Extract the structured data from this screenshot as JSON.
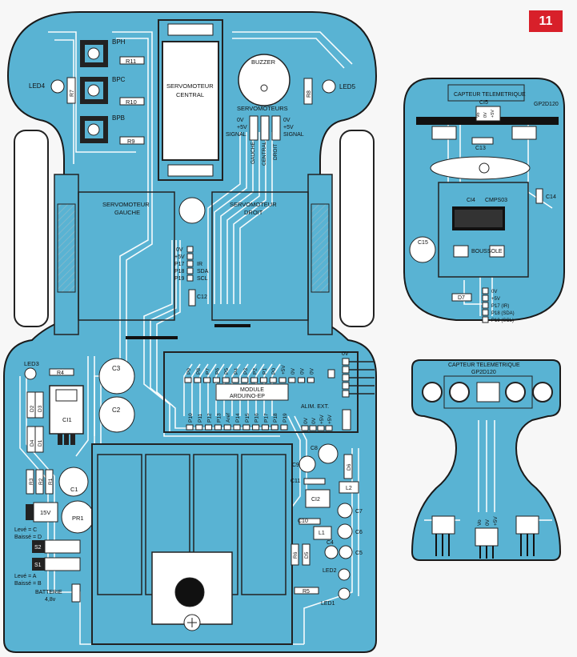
{
  "figure_number": "11",
  "main_board": {
    "top_components": {
      "bph": "BPH",
      "bpc": "BPC",
      "bpb": "BPB",
      "r11": "R11",
      "r10": "R10",
      "r9": "R9",
      "r7": "R7",
      "r8": "R8",
      "led4": "LED4",
      "led5": "LED5",
      "buzzer": "BUZZER",
      "servo_central": [
        "SERVOMOTEUR",
        "CENTRAL"
      ],
      "servos_title": "SERVOMOTEURS",
      "servo_pins_left": [
        "0V",
        "+5V",
        "SIGNAL"
      ],
      "servo_pins_right": [
        "0V",
        "+5V",
        "SIGNAL"
      ],
      "servo_vertical": [
        "GAUCHE",
        "CENTRAL",
        "DROIT"
      ]
    },
    "middle": {
      "servo_gauche": [
        "SERVOMOTEUR",
        "GAUCHE"
      ],
      "servo_droit": [
        "SERVOMOTEUR",
        "DROIT"
      ],
      "connector_pins": [
        "0V",
        "+5V",
        "P17",
        "P18",
        "P19"
      ],
      "connector_funcs": [
        "IR",
        "SDA",
        "SCL"
      ],
      "c12": "C12"
    },
    "bottom": {
      "led3": "LED3",
      "r4": "R4",
      "c3": "C3",
      "c2": "C2",
      "ci1": "CI1",
      "d1": "D1",
      "d2": "D2",
      "d3": "D3",
      "d4": "D4",
      "r1": "R1",
      "r2": "R2",
      "r3": "R3",
      "c1": "C1",
      "pr1": "PR1",
      "v15": "15V",
      "s1": "S1",
      "s2": "S2",
      "s2_note": [
        "Levé = C",
        "Baissé = D"
      ],
      "s1_note": [
        "Levé = A",
        "Baissé = B"
      ],
      "battery": [
        "BATTERIE",
        "4,8v"
      ],
      "module": [
        "MODULE",
        "ARDUINO-EP"
      ],
      "top_pins": [
        "P9",
        "P8",
        "P7",
        "P6",
        "P5",
        "P4",
        "P3",
        "P2",
        "P1",
        "P0",
        "+5V",
        "0V",
        "0V",
        "0V"
      ],
      "bottom_pins": [
        "P10",
        "P11",
        "P12",
        "P13",
        "Aref",
        "P14",
        "P15",
        "P16",
        "P17",
        "P18",
        "P19"
      ],
      "alim": "ALIM. EXT.",
      "alim_pins": [
        "0V",
        "0V",
        "+5V",
        "+5V"
      ],
      "zero_v": "0V",
      "c8": "C8",
      "c9": "C9",
      "c11": "C11",
      "ci2": "CI2",
      "c10": "C10",
      "l1": "L1",
      "l2": "L2",
      "d6": "D6",
      "d5": "D5",
      "c7": "C7",
      "c6": "C6",
      "c4": "C4",
      "c5": "C5",
      "r5": "R5",
      "r6": "R6",
      "led1": "LED1",
      "led2": "LED2"
    }
  },
  "compass_board": {
    "title": "CAPTEUR TELEMETRIQUE",
    "ci5": "CI5",
    "gp2d120": "GP2D120",
    "c13": "C13",
    "c14": "C14",
    "c15": "C15",
    "ci4": "CI4",
    "cmps03": "CMPS03",
    "boussole": "BOUSSOLE",
    "d7": "D7",
    "pins": [
      "0V",
      "+5V",
      "P17 (IR)",
      "P18 (SDA)",
      "P19 (SCL)"
    ],
    "mini_pins": [
      "Vo",
      "0V",
      "+5V"
    ]
  },
  "sensor_board": {
    "title": [
      "CAPTEUR TELEMETRIQUE",
      "GP2D120"
    ],
    "pins": [
      "Vo",
      "0V",
      "+5V"
    ]
  },
  "colors": {
    "board": "#59b3d3",
    "trace": "#ffffff",
    "ink": "#111111",
    "badge": "#d8202a"
  }
}
